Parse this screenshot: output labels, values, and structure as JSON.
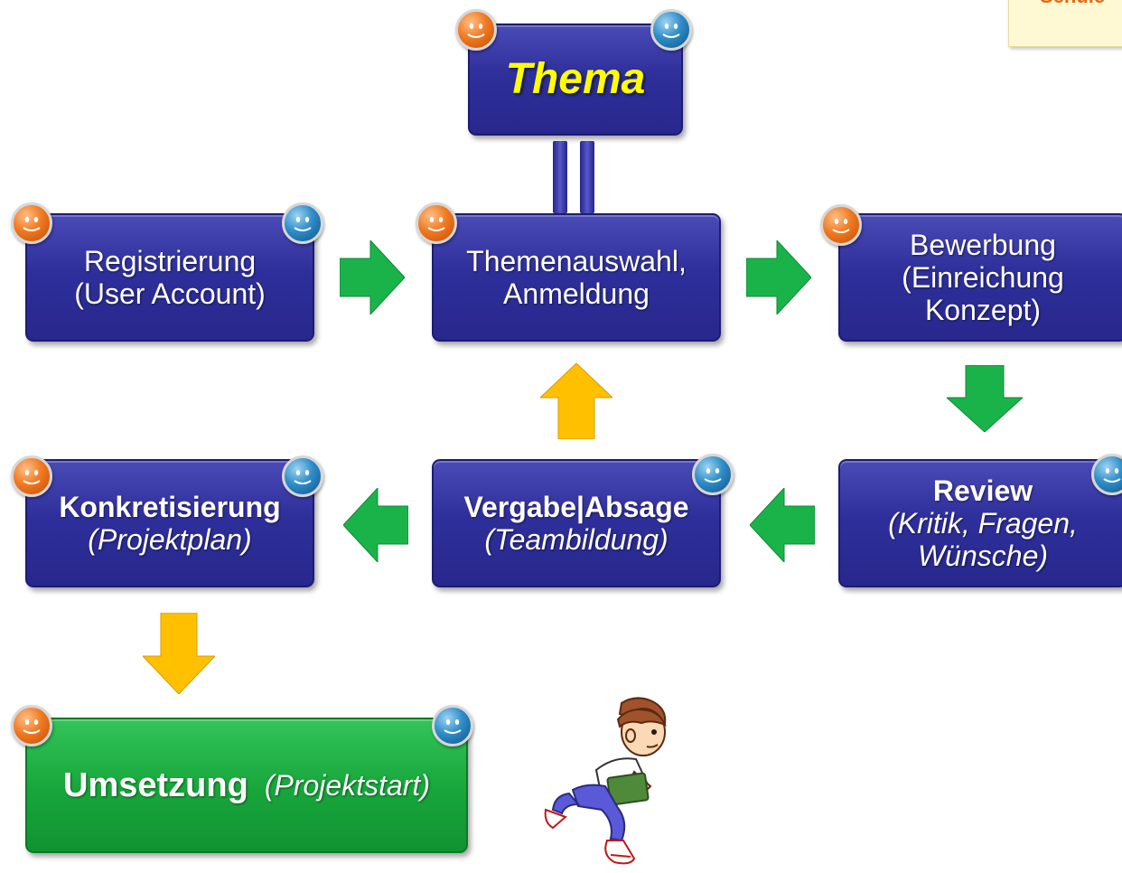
{
  "note": {
    "text": "Schule"
  },
  "colors": {
    "box_blue": "#2f2f9c",
    "box_green": "#18a83c",
    "title_yellow": "#ffff00",
    "arrow_green": "#1ab34a",
    "arrow_yellow": "#ffc000"
  },
  "boxes": {
    "thema": {
      "title": "Thema"
    },
    "registrierung": {
      "line1": "Registrierung",
      "line2": "(User Account)"
    },
    "themenauswahl": {
      "line1": "Themenauswahl,",
      "line2": "Anmeldung"
    },
    "bewerbung": {
      "line1": "Bewerbung",
      "line2": "(Einreichung",
      "line3": "Konzept)"
    },
    "konkretisierung": {
      "line1": "Konkretisierung",
      "line2": "(Projektplan)"
    },
    "vergabe": {
      "line1": "Vergabe|Absage",
      "line2": "(Teambildung)"
    },
    "review": {
      "line1": "Review",
      "line2": "(Kritik, Fragen,",
      "line3": "Wünsche)"
    },
    "umsetzung": {
      "line1": "Umsetzung",
      "line2": "(Projektstart)"
    }
  },
  "icons": [
    "orange-smiley-icon",
    "blue-smiley-icon",
    "arrow-right-icon",
    "arrow-down-icon",
    "arrow-left-icon",
    "arrow-up-icon",
    "running-boy-illustration"
  ]
}
